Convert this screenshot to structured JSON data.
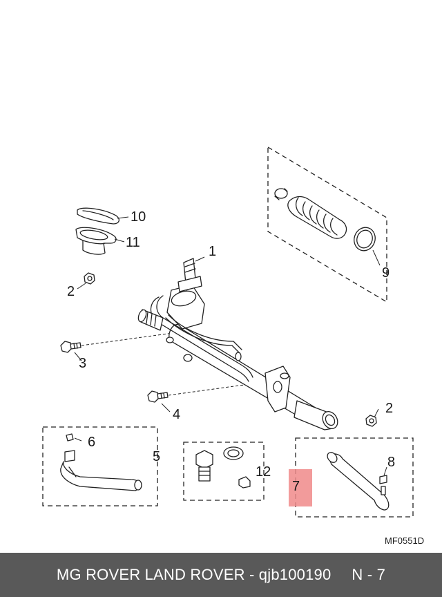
{
  "diagram": {
    "callouts": {
      "p1": "1",
      "p2a": "2",
      "p2b": "2",
      "p3": "3",
      "p4": "4",
      "p5": "5",
      "p6": "6",
      "p7": "7",
      "p8": "8",
      "p9": "9",
      "p10": "10",
      "p11": "11",
      "p12": "12"
    },
    "reference_code": "MF0551D",
    "highlight_color": "#f08a8a"
  },
  "footer": {
    "caption": "MG ROVER LAND ROVER - qjb100190",
    "page": "N - 7",
    "background": "#595959"
  }
}
